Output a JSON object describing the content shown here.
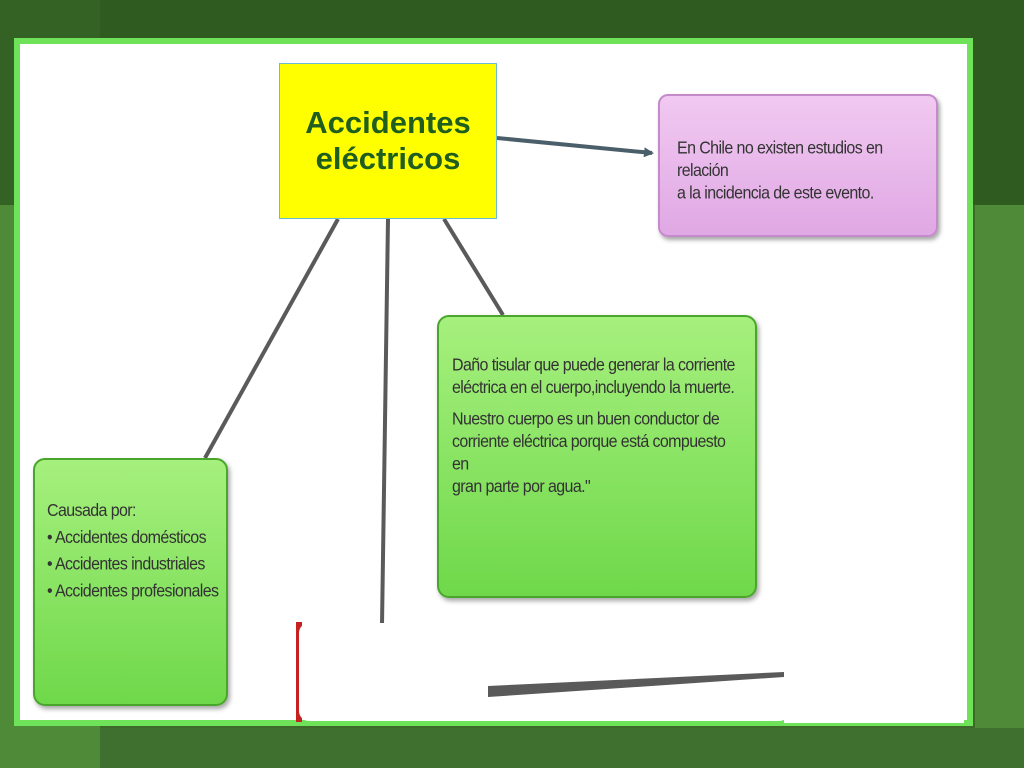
{
  "diagram": {
    "main_topic": "Accidentes\neléctricos",
    "info_node": "En Chile no existen estudios en relación\na la incidencia de este evento.",
    "definition_node": {
      "paragraph_1": "Daño tisular que puede generar la corriente\neléctrica en el cuerpo,incluyendo la muerte.",
      "paragraph_2": "Nuestro cuerpo es un buen conductor de\ncorriente eléctrica porque está compuesto en\ngran parte por agua.\""
    },
    "causes_node": "Causada por:\n• Accidentes domésticos\n• Accidentes industriales\n• Accidentes profesionales"
  },
  "colors": {
    "background": "#3d6a2a",
    "frame_border": "#6ee35a",
    "main_node_fill": "#ffff00",
    "main_node_text": "#1f5e1f",
    "pink_node_fill": "#e8b9ea",
    "green_node_fill": "#8ee566",
    "connector": "#5a5a5a"
  }
}
